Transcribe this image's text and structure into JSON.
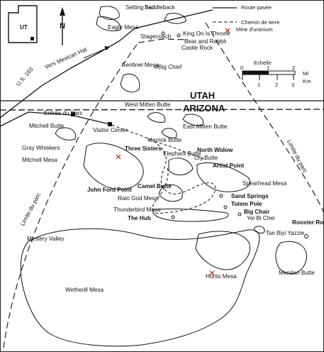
{
  "inset": {
    "state_label": "UT"
  },
  "north_label": "N",
  "legend": {
    "paved_road": "Route pavée",
    "dirt_road": "Chemin de terre",
    "uranium_mine": "Mine d'uranium"
  },
  "scale": {
    "title": "Echelle",
    "mi_ticks": [
      "0",
      "1",
      "2"
    ],
    "km_ticks": [
      "1",
      "2",
      "3"
    ],
    "mi_unit": "Mi",
    "km_unit": "Km"
  },
  "states": {
    "utah": "UTAH",
    "arizona": "ARIZONA"
  },
  "roads": {
    "us163": "U.S. 163",
    "to_mexican_hat": "Vers Mexican Hat"
  },
  "park_entrance": "Entrée du Parc",
  "park_limit": "Limite du parc",
  "places": {
    "setting_hen": "Setting hen",
    "saddleback": "Saddleback",
    "eagle_mesa": "Eagle Mesa",
    "stagecoach": "Stagecoach",
    "king_on_his_throne": "King On Is Throne",
    "bear_and_rabbit": "Bear and Rabbit",
    "castle_rock": "Castle Rock",
    "sentinel_mesa": "Sentinel Mesa",
    "big_chief": "Big Chief",
    "west_mitten_butte": "West Mitten Butte",
    "mitchell_butte": "Mitchell Butte",
    "visitor_center": "Visitor Center",
    "east_mitten_butte": "East Mitten Butte",
    "merrick_butte": "Merrick Butte",
    "gray_whiskers": "Gray Whiskers",
    "mitchell_mesa": "Mitchell Mesa",
    "three_sisters": "Three Sisters",
    "elephant_butte": "Elephant Butte",
    "north_widow": "North Widow",
    "cly_butte": "Cly Butte",
    "artist_point": "Artist Point",
    "spearhead_mesa": "Spearhead Mesa",
    "camel_butte": "Camel Butte",
    "john_ford_point": "John Ford Point",
    "rain_god_mesa": "Rain God Mesa",
    "sand_springs": "Sand Springs",
    "totem_pole": "Totem Pole",
    "thunderbird_mesa": "Thunderbird Mesa",
    "big_chair": "Big Chair",
    "yei_bi_chei": "Yei Bi Chei",
    "the_hub": "The Hub",
    "rooster_rock": "Rooster Rock",
    "tse_biyi_yazzie": "Tse Biyi Yazzie",
    "mystery_valley": "Mystery Valley",
    "hunts_mesa": "Hunts Mesa",
    "meridan_butte": "Meridan Butte",
    "wetherill_mesa": "Wetherill Mesa"
  }
}
